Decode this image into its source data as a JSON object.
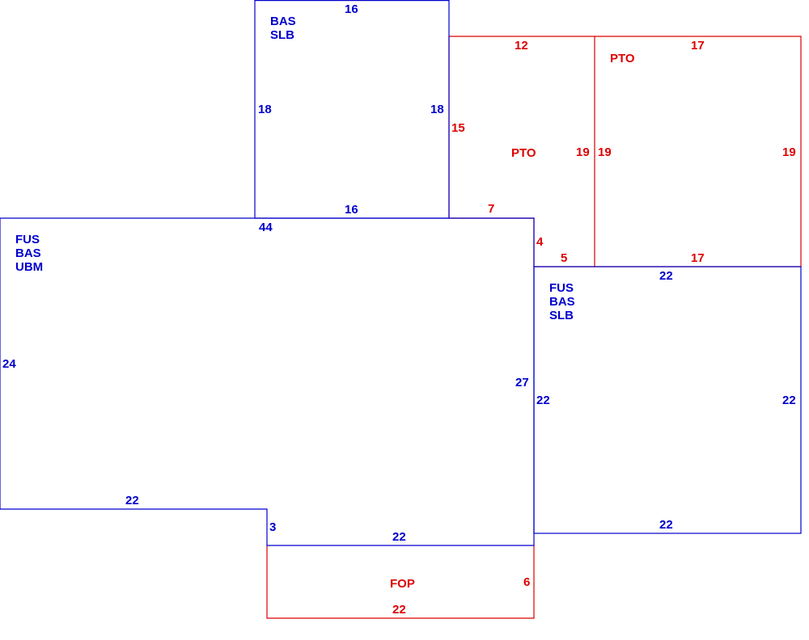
{
  "colors": {
    "building": "#0000cc",
    "addition": "#dd0000"
  },
  "areas": {
    "upper_slab": {
      "codes": [
        "BAS",
        "SLB"
      ],
      "dims": {
        "top": "16",
        "left": "18",
        "right": "18",
        "bottom": "16"
      }
    },
    "pto_left": {
      "code": "PTO",
      "dims": {
        "top": "12",
        "left": "15",
        "right": "19",
        "bottom": "7",
        "notch_side": "4",
        "notch_bottom": "5"
      }
    },
    "pto_right": {
      "code": "PTO",
      "dims": {
        "top": "17",
        "left": "19",
        "right": "19",
        "bottom": "17"
      }
    },
    "main": {
      "codes": [
        "FUS",
        "BAS",
        "UBM"
      ],
      "dims": {
        "top": "44",
        "left": "24",
        "bottom_left": "22",
        "step": "3",
        "bottom_right": "22",
        "right": "27"
      }
    },
    "right_slab": {
      "codes": [
        "FUS",
        "BAS",
        "SLB"
      ],
      "dims": {
        "top": "22",
        "left": "22",
        "right": "22",
        "bottom": "22"
      }
    },
    "fop": {
      "code": "FOP",
      "dims": {
        "right": "6",
        "bottom": "22"
      }
    }
  }
}
